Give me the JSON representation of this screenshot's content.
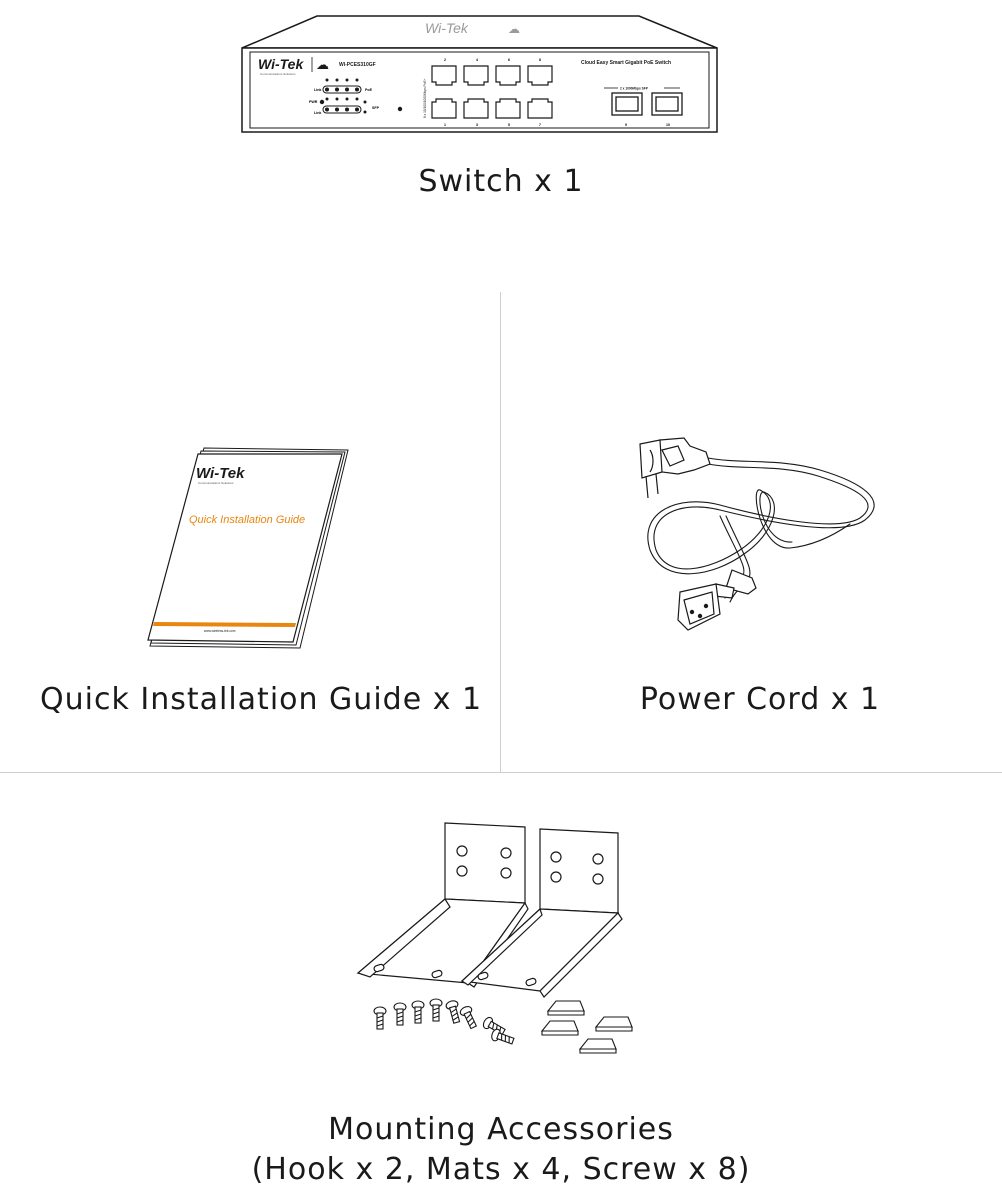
{
  "switch": {
    "caption": "Switch x 1",
    "brand": "Wi-Tek",
    "brand_tagline": "Communications Solutions",
    "model": "WI-PCES310GF",
    "product_line": "Cloud Easy Smart Gigabit PoE Switch",
    "sfp_label": "2 x 1000Mbps SFP",
    "led_labels": {
      "link": "Link",
      "poe": "PoE",
      "pwr": "PWR",
      "lnk2": "Link",
      "sfp": "SFP"
    },
    "rj45_side_text": "8 x 10/100/1000Mbps PoE+",
    "port_numbers_top": [
      "2",
      "4",
      "6",
      "8"
    ],
    "port_numbers_bottom": [
      "1",
      "3",
      "5",
      "7"
    ],
    "sfp_numbers": [
      "9",
      "10"
    ]
  },
  "guide": {
    "caption": "Quick Installation Guide x 1",
    "brand": "Wi-Tek",
    "brand_tagline": "Communications Solutions",
    "title": "Quick Installation Guide",
    "url": "www.wireless-tek.com"
  },
  "power_cord": {
    "caption": "Power Cord x 1"
  },
  "mounting": {
    "caption_line1": "Mounting Accessories",
    "caption_line2": "(Hook x 2, Mats x 4, Screw x 8)"
  },
  "colors": {
    "accent_orange": "#e8860f",
    "line": "#1a1a1a",
    "separator": "#cfcfcf"
  }
}
